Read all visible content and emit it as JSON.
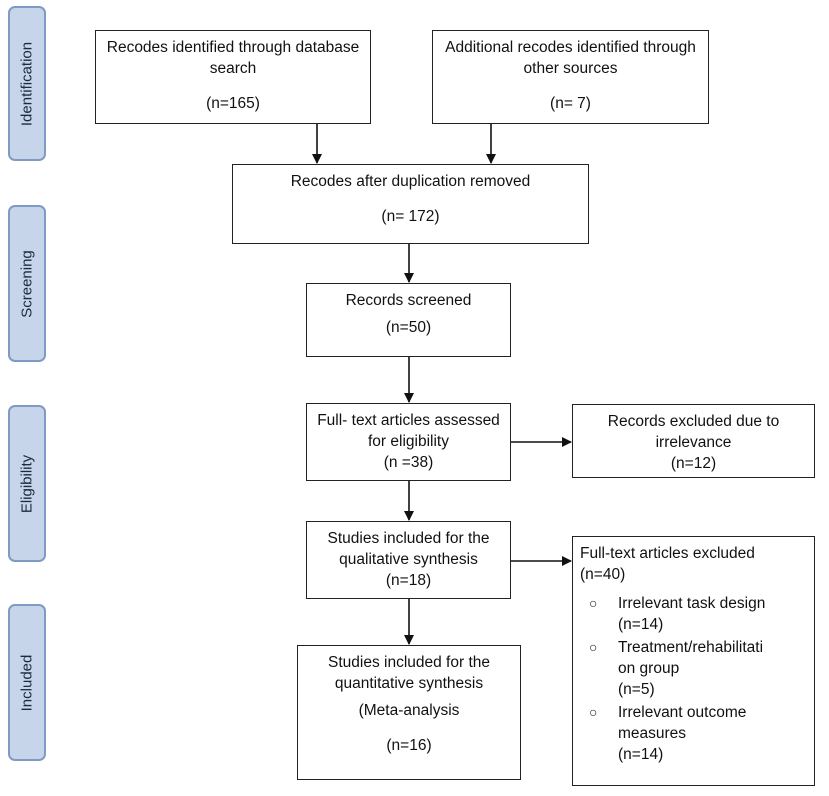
{
  "phases": {
    "identification": "Identification",
    "screening": "Screening",
    "eligibility": "Eligibility",
    "included": "Included"
  },
  "boxes": {
    "db_search": {
      "line1": "Recodes identified through database",
      "line2": "search",
      "count": "(n=165)"
    },
    "other_sources": {
      "line1": "Additional recodes identified through",
      "line2": "other sources",
      "count": "(n= 7)"
    },
    "after_dup": {
      "line1": "Recodes after duplication removed",
      "count": "(n= 172)"
    },
    "screened": {
      "line1": "Records screened",
      "count": "(n=50)"
    },
    "fulltext": {
      "line1": "Full- text articles assessed",
      "line2": "for eligibility",
      "count": "(n =38)"
    },
    "excluded_irrelevance": {
      "line1": "Records excluded due to",
      "line2": "irrelevance",
      "count": "(n=12)"
    },
    "qualitative": {
      "line1": "Studies included for the",
      "line2": "qualitative synthesis",
      "count": "(n=18)"
    },
    "quantitative": {
      "line1": "Studies included for the",
      "line2": "quantitative synthesis",
      "line3": "(Meta-analysis",
      "count": "(n=16)"
    },
    "fulltext_excluded": {
      "title": "Full-text articles excluded",
      "count": "(n=40)",
      "items": [
        {
          "label": "Irrelevant task design",
          "label2": "",
          "count": "(n=14)"
        },
        {
          "label": "Treatment/rehabilitati",
          "label2": "on group",
          "count": "(n=5)"
        },
        {
          "label": "Irrelevant outcome",
          "label2": "measures",
          "count": "(n=14)"
        }
      ]
    }
  },
  "bullet_glyph": "○"
}
